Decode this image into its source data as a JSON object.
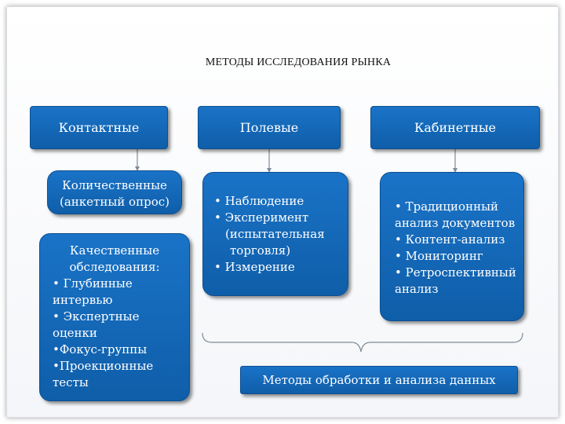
{
  "title": "МЕТОДЫ ИССЛЕДОВАНИЯ РЫНКА",
  "headers": {
    "contact": "Контактные",
    "field": "Полевые",
    "desk": "Кабинетные"
  },
  "quantitative": {
    "line1": "Количественные",
    "line2": "(анкетный опрос)"
  },
  "qualitative": {
    "line1": "Качественные",
    "line2": "обследования:",
    "line3": "• Глубинные",
    "line4": "интервью",
    "line5": "• Экспертные",
    "line6": "оценки",
    "line7": "•Фокус-группы",
    "line8": "•Проекционные",
    "line9": "тесты"
  },
  "field_methods": {
    "line1": "• Наблюдение",
    "line2": "• Эксперимент",
    "line3": "(испытательная",
    "line4": "торговля)",
    "line5": "• Измерение"
  },
  "desk_methods": {
    "line1": "• Традиционный",
    "line2": "анализ документов",
    "line3": "• Контент-анализ",
    "line4": "• Мониторинг",
    "line5": "• Ретроспективный",
    "line6": "анализ"
  },
  "processing": "Методы обработки и анализа данных",
  "colors": {
    "box_fill": "#1565c0",
    "box_border": "#0b4f91",
    "connector": "#7f8c99"
  }
}
